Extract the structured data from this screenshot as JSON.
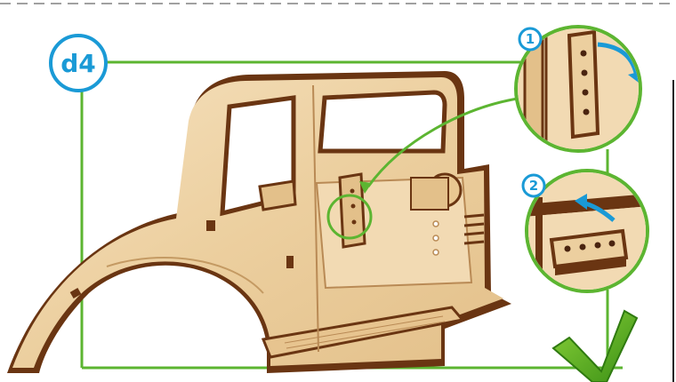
{
  "step": {
    "label": "d4"
  },
  "details": [
    {
      "number": "1"
    },
    {
      "number": "2"
    }
  ],
  "colors": {
    "accent_blue": "#1a9ad6",
    "frame_green": "#5cb531",
    "wood_light": "#f1d6ab",
    "wood_edge": "#6a3512",
    "check_green": "#4aa51e"
  },
  "icons": [
    "step-badge",
    "detail-zoom-lens",
    "rotate-arrow",
    "check-mark-icon"
  ]
}
